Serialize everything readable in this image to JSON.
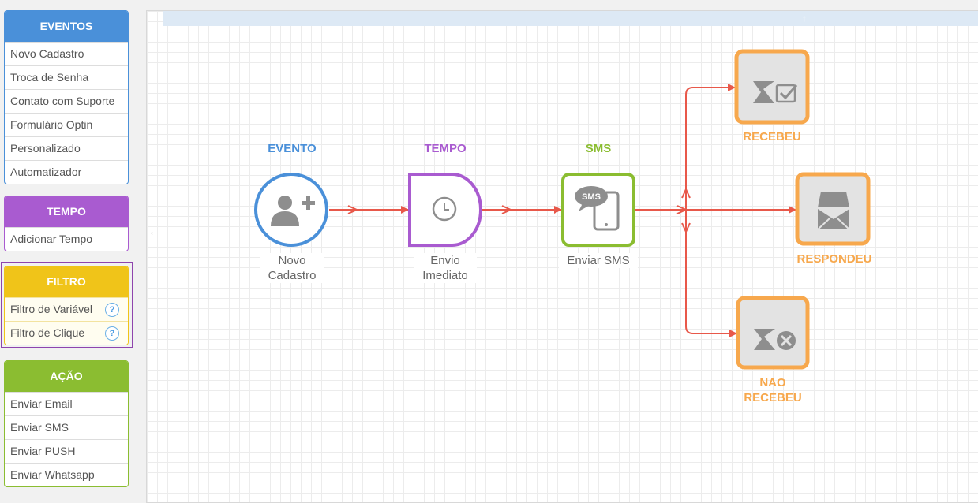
{
  "sidebar": {
    "eventos": {
      "title": "EVENTOS",
      "items": [
        "Novo Cadastro",
        "Troca de Senha",
        "Contato com Suporte",
        "Formulário Optin",
        "Personalizado",
        "Automatizador"
      ]
    },
    "tempo": {
      "title": "TEMPO",
      "items": [
        "Adicionar Tempo"
      ]
    },
    "filtro": {
      "title": "FILTRO",
      "items": [
        "Filtro de Variável",
        "Filtro de Clique"
      ],
      "help_glyph": "?"
    },
    "acao": {
      "title": "AÇÃO",
      "items": [
        "Enviar Email",
        "Enviar SMS",
        "Enviar PUSH",
        "Enviar Whatsapp"
      ]
    }
  },
  "canvas": {
    "up_arrow": "↑",
    "left_arrow": "←",
    "nodes": {
      "evento": {
        "label": "EVENTO",
        "caption_line1": "Novo",
        "caption_line2": "Cadastro",
        "color": "#4a90d9",
        "icon": "add-user-icon"
      },
      "tempo": {
        "label": "TEMPO",
        "caption_line1": "Envio",
        "caption_line2": "Imediato",
        "color": "#a95bd0",
        "icon": "clock-icon"
      },
      "sms": {
        "label": "SMS",
        "caption": "Enviar SMS",
        "color": "#8bbd31",
        "icon": "sms-phone-icon",
        "icon_text": "SMS"
      },
      "recebeu": {
        "label": "RECEBEU",
        "color": "#f7a84d",
        "icon": "received-check-icon"
      },
      "respondeu": {
        "label": "RESPONDEU",
        "color": "#f7a84d",
        "icon": "reply-envelope-icon"
      },
      "nao_recebeu": {
        "label_line1": "NAO",
        "label_line2": "RECEBEU",
        "color": "#f7a84d",
        "icon": "not-received-icon"
      }
    },
    "connector_color": "#e8584a"
  }
}
